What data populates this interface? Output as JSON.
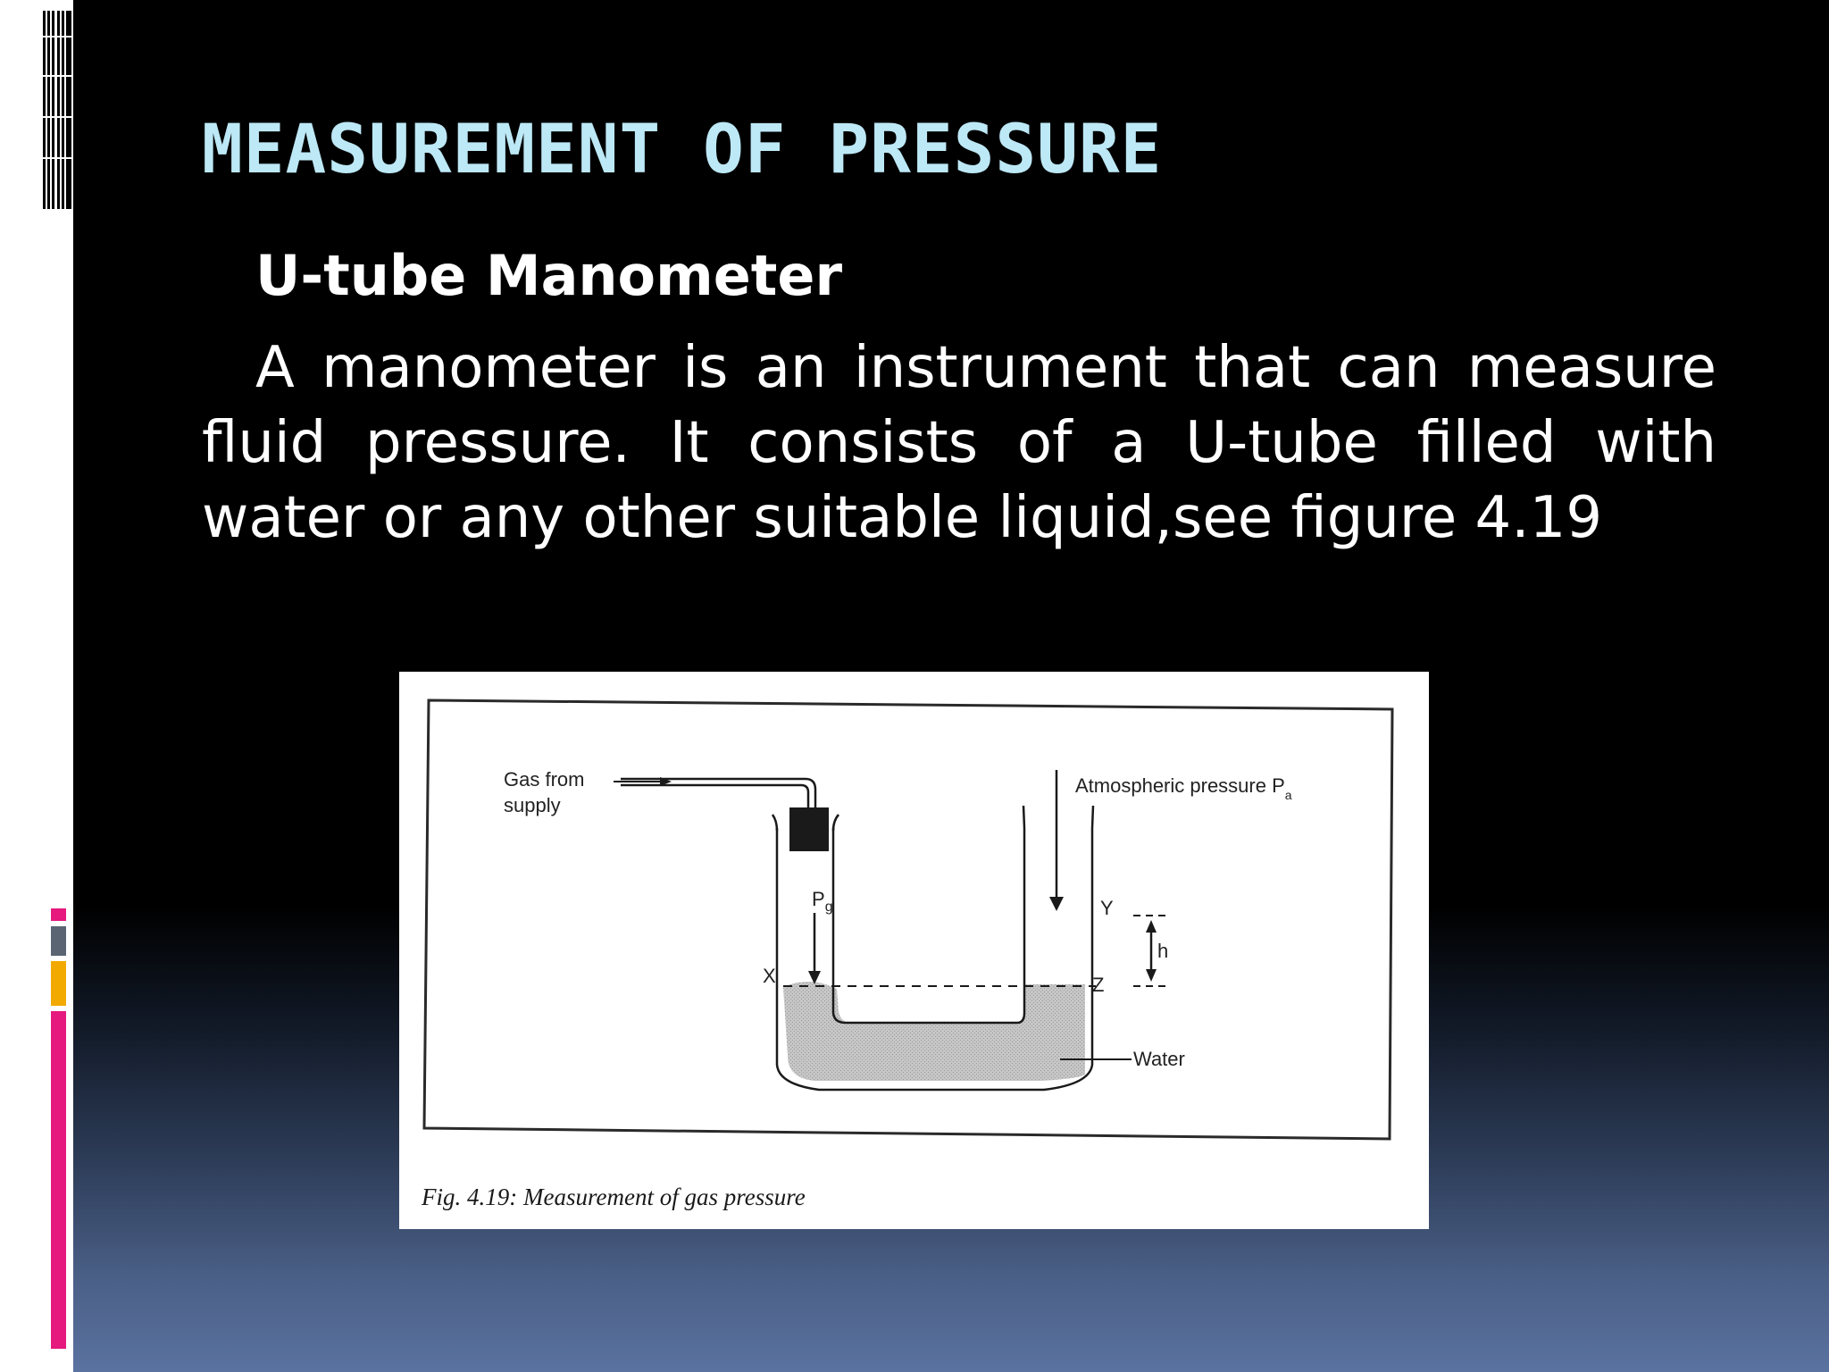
{
  "slide": {
    "title": "MEASUREMENT OF PRESSURE",
    "subtitle": "U-tube Manometer",
    "body": "A manometer is an instrument that can measure fluid pressure. It consists of a U-tube filled with water or any other suitable liquid,see figure 4.19"
  },
  "figure": {
    "gas_label_line1": "Gas from",
    "gas_label_line2": "supply",
    "atmospheric_label": "Atmospheric pressure P",
    "atmospheric_subscript": "a",
    "pg_label": "P",
    "pg_subscript": "g",
    "x_label": "X",
    "y_label": "Y",
    "z_label": "Z",
    "h_label": "h",
    "water_label": "Water",
    "caption": "Fig. 4.19: Measurement of gas pressure"
  },
  "colors": {
    "title": "#bde8f6",
    "text": "#ffffff",
    "accent_pink": "#e5197e",
    "accent_orange": "#f2a900",
    "accent_gray": "#5a6472"
  }
}
